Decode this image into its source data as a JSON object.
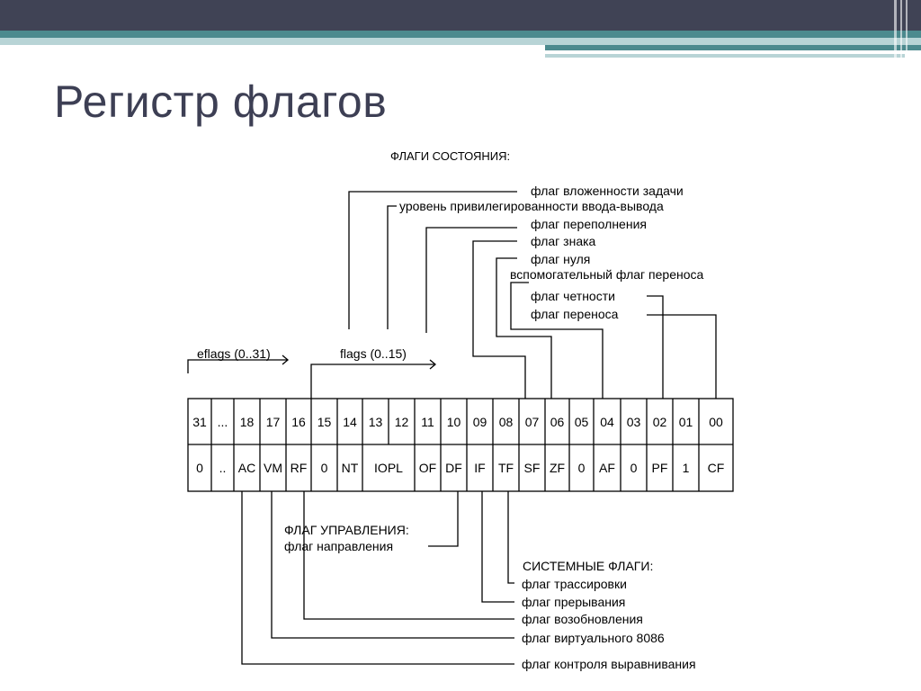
{
  "slide": {
    "title": "Регистр флагов"
  },
  "theme": {
    "header_dark": "#404355",
    "header_teal": "#4c8a8e",
    "title_color": "#3d3f54"
  },
  "headers": {
    "status": "ФЛАГИ СОСТОЯНИЯ:",
    "control": "ФЛАГ УПРАВЛЕНИЯ:",
    "system": "СИСТЕМНЫЕ ФЛАГИ:"
  },
  "ranges": {
    "eflags": "eflags (0..31)",
    "flags": "flags (0..15)"
  },
  "status_flags": [
    "флаг вложенности задачи",
    "уровень привилегированности ввода-вывода",
    "флаг переполнения",
    "флаг знака",
    "флаг нуля",
    "вспомогательный флаг переноса",
    "флаг четности",
    "флаг переноса"
  ],
  "control_flags": [
    "флаг направления"
  ],
  "system_flags": [
    "флаг трассировки",
    "флаг прерывания",
    "флаг возобновления",
    "флаг виртуального 8086",
    "флаг контроля выравнивания"
  ],
  "bit_numbers": [
    "31",
    "...",
    "18",
    "17",
    "16",
    "15",
    "14",
    "13",
    "12",
    "11",
    "10",
    "09",
    "08",
    "07",
    "06",
    "05",
    "04",
    "03",
    "02",
    "01",
    "00"
  ],
  "bit_values": [
    "0",
    "..",
    "AC",
    "VM",
    "RF",
    "0",
    "NT",
    "IOPL",
    "OF",
    "DF",
    "IF",
    "TF",
    "SF",
    "ZF",
    "0",
    "AF",
    "0",
    "PF",
    "1",
    "CF"
  ]
}
